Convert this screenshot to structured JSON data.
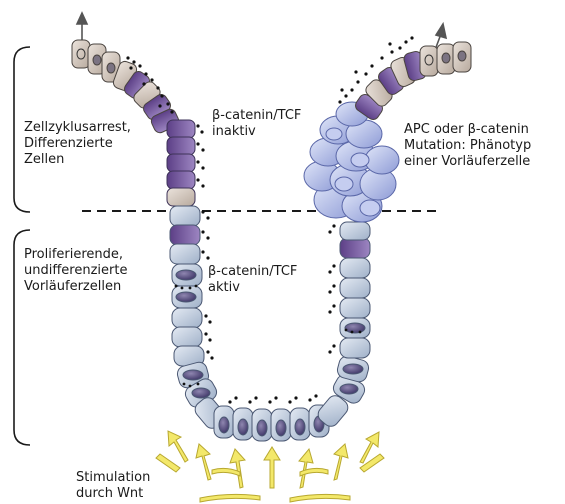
{
  "labels": {
    "arrest": [
      "Zellzyklusarrest,",
      "Differenzierte",
      "Zellen"
    ],
    "prolif": [
      "Proliferierende,",
      "undifferenzierte",
      "Vorläuferzellen"
    ],
    "tcf_inactive": [
      "β-catenin/TCF",
      "inaktiv"
    ],
    "tcf_active": [
      "β-catenin/TCF",
      "aktiv"
    ],
    "mutation": [
      "APC oder β-catenin",
      "Mutation: Phänotyp",
      "einer Vorläuferzelle"
    ],
    "wnt": [
      "Stimulation",
      "durch Wnt"
    ]
  },
  "colors": {
    "differentiated_cell": "#c9bdb3",
    "purple_cell": "#7b5fa6",
    "progenitor_cell": "#b7c4d8",
    "mutant_cluster": "#a9b6e2",
    "wnt_arrows": "#f3e86a",
    "line": "#1a1a1a"
  },
  "icons": [
    "up-arrow-icon",
    "dashed-divider",
    "bracket"
  ]
}
